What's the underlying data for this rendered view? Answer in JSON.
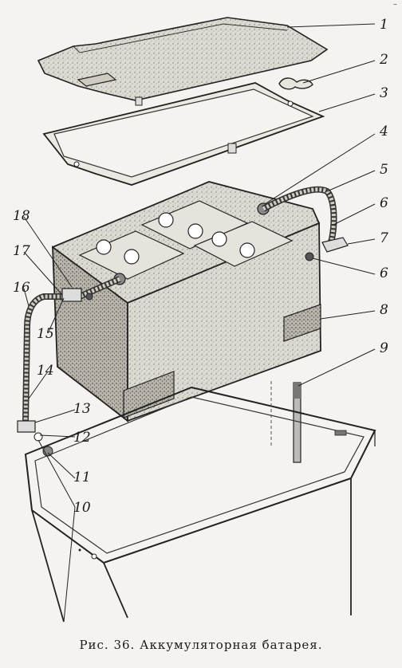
{
  "figure": {
    "caption": "Рис. 36. Аккумуляторная батарея.",
    "corner_mark": "–"
  },
  "callouts": [
    {
      "number": "1"
    },
    {
      "number": "2"
    },
    {
      "number": "3"
    },
    {
      "number": "4"
    },
    {
      "number": "5"
    },
    {
      "number": "6"
    },
    {
      "number": "7"
    },
    {
      "number": "6"
    },
    {
      "number": "8"
    },
    {
      "number": "9"
    },
    {
      "number": "10"
    },
    {
      "number": "11"
    },
    {
      "number": "12"
    },
    {
      "number": "13"
    },
    {
      "number": "14"
    },
    {
      "number": "15"
    },
    {
      "number": "16"
    },
    {
      "number": "17"
    },
    {
      "number": "18"
    }
  ]
}
